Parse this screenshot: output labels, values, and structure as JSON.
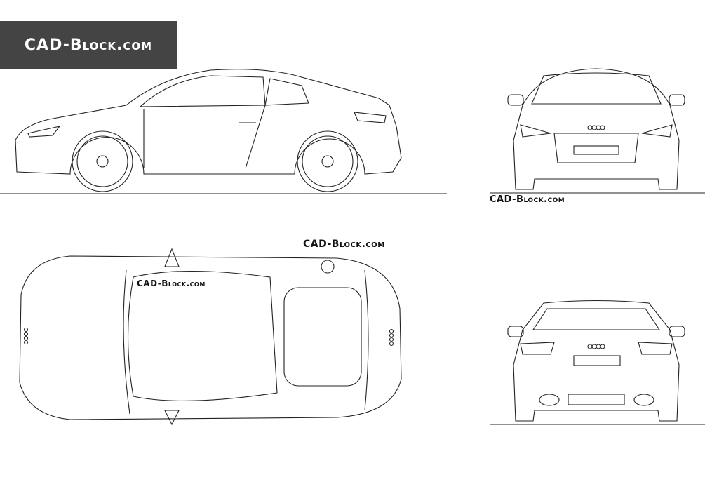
{
  "logo": {
    "text": "CAD-Block.com"
  },
  "watermarks": [
    "CAD-Block.com",
    "CAD-Block.com",
    "CAD-Block.com"
  ]
}
